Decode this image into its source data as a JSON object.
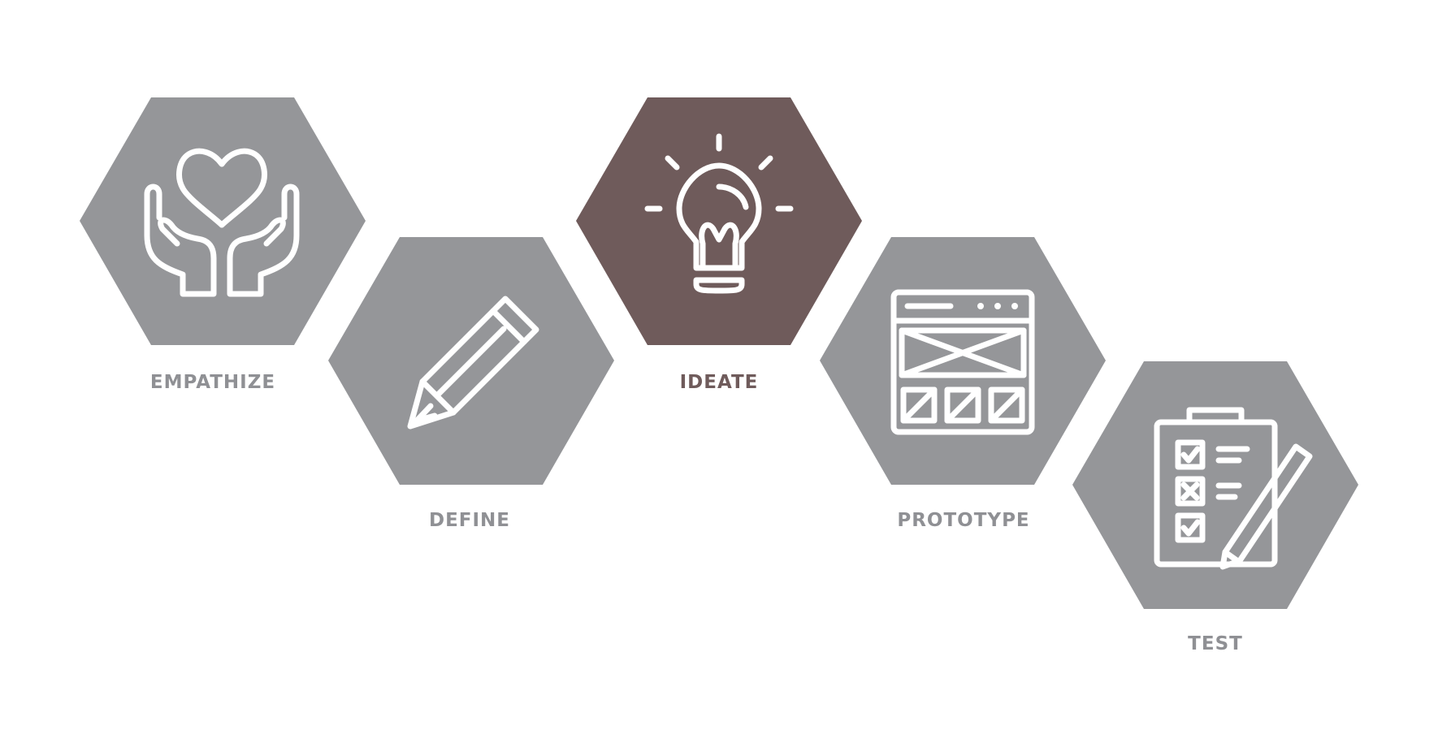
{
  "steps": [
    {
      "id": "empathize",
      "label": "EMPATHIZE",
      "icon": "heart-in-hands-icon",
      "active": false
    },
    {
      "id": "define",
      "label": "DEFINE",
      "icon": "pencil-icon",
      "active": false
    },
    {
      "id": "ideate",
      "label": "IDEATE",
      "icon": "lightbulb-icon",
      "active": true
    },
    {
      "id": "prototype",
      "label": "PROTOTYPE",
      "icon": "wireframe-icon",
      "active": false
    },
    {
      "id": "test",
      "label": "TEST",
      "icon": "checklist-clipboard-icon",
      "active": false
    }
  ],
  "colors": {
    "hexagon": "#959699",
    "hexagon_active": "#6f5b5b",
    "label": "#8f9094",
    "label_active": "#6f5b5b",
    "icon_stroke": "#ffffff"
  }
}
